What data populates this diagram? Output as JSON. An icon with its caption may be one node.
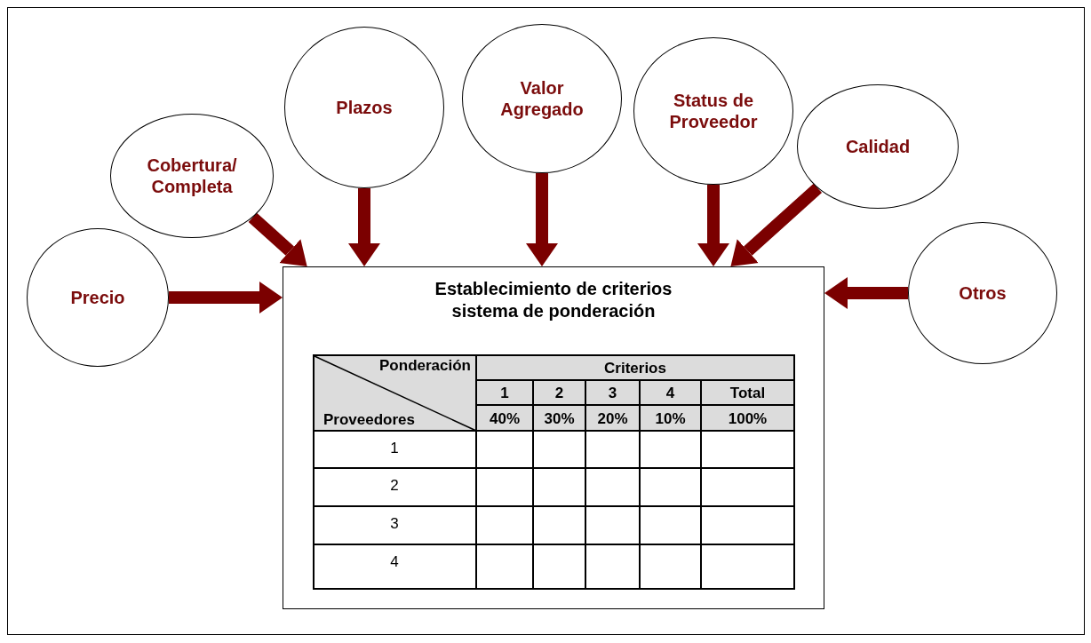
{
  "diagram": {
    "nodes": [
      {
        "text": [
          "Precio"
        ]
      },
      {
        "text": [
          "Cobertura/ Completa"
        ]
      },
      {
        "text": [
          "Plazos"
        ]
      },
      {
        "text": [
          "Valor Agregado"
        ]
      },
      {
        "text": [
          "Status de Proveedor"
        ]
      },
      {
        "text": [
          "Calidad"
        ]
      },
      {
        "text": [
          "Otros"
        ]
      },
      {
        "text": [
          "Establecimiento de criterios sistema de ponderación"
        ]
      }
    ],
    "edges": [
      {
        "from": 0,
        "to": 7,
        "arrow": "to"
      },
      {
        "from": 1,
        "to": 7,
        "arrow": "to"
      },
      {
        "from": 2,
        "to": 7,
        "arrow": "to"
      },
      {
        "from": 3,
        "to": 7,
        "arrow": "to"
      },
      {
        "from": 4,
        "to": 7,
        "arrow": "to"
      },
      {
        "from": 5,
        "to": 7,
        "arrow": "to"
      },
      {
        "from": 6,
        "to": 7,
        "arrow": "to"
      }
    ],
    "labels": [
      "Ponderación",
      "Criterios",
      "1",
      "2",
      "3",
      "4",
      "Total",
      "Proveedores",
      "40%",
      "30%",
      "20%",
      "10%",
      "100%",
      "1",
      "2",
      "3",
      "4"
    ]
  }
}
